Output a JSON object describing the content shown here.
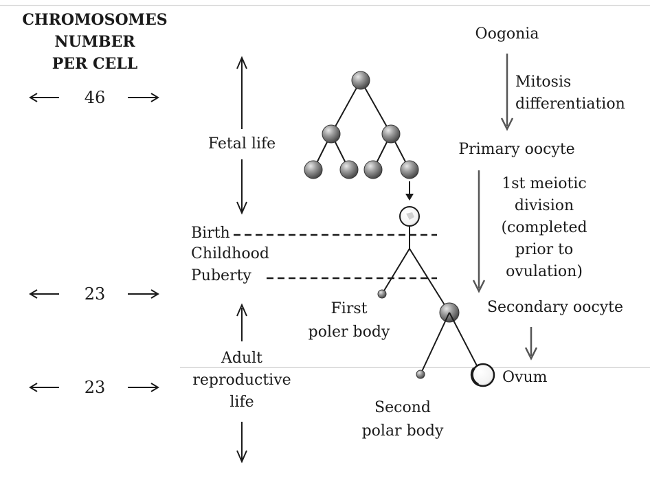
{
  "header": {
    "line1": "CHROMOSOMES",
    "line2": "NUMBER",
    "line3": "PER CELL"
  },
  "chromosome_counts": [
    "46",
    "23",
    "23"
  ],
  "life_stages": {
    "fetal": "Fetal life",
    "birth": "Birth",
    "childhood": "Childhood",
    "puberty": "Puberty",
    "adult_line1": "Adult",
    "adult_line2": "reproductive",
    "adult_line3": "life"
  },
  "process": {
    "oogonia": "Oogonia",
    "mitosis": "Mitosis",
    "differentiation": "differentiation",
    "primary_oocyte": "Primary oocyte",
    "meiotic_line1": "1st meiotic",
    "meiotic_line2": "division",
    "meiotic_line3": "(completed",
    "meiotic_line4": "prior to",
    "meiotic_line5": "ovulation)",
    "secondary_oocyte": "Secondary oocyte",
    "ovum": "Ovum"
  },
  "bodies": {
    "first_line1": "First",
    "first_line2": "poler body",
    "second_line1": "Second",
    "second_line2": "polar body"
  },
  "colors": {
    "cell_fill": "#8a8a8a",
    "ink": "#1a1a1a"
  }
}
